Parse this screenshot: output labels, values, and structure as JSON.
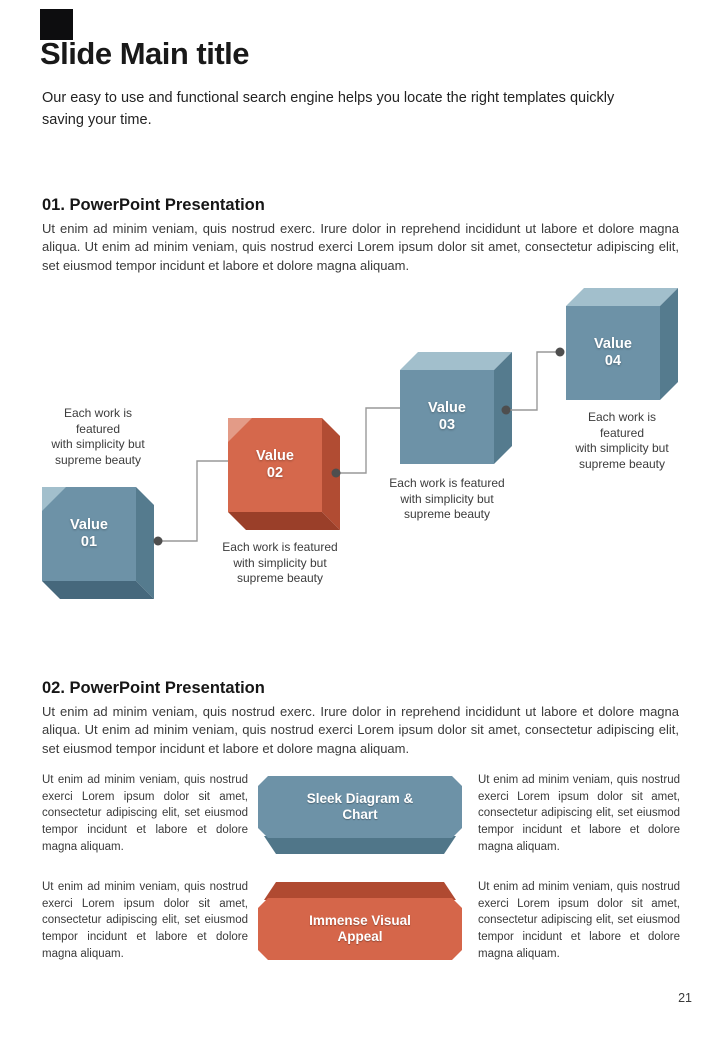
{
  "page": {
    "number": "21"
  },
  "header": {
    "title": "Slide Main title",
    "subtitle": "Our easy to use and functional search engine helps you locate the right templates quickly saving your time."
  },
  "sections": [
    {
      "heading": "01. PowerPoint Presentation",
      "body": "Ut enim ad minim veniam, quis nostrud exerc. Irure dolor in reprehend incididunt ut labore et dolore magna aliqua. Ut enim ad minim veniam, quis nostrud exerci Lorem ipsum dolor sit amet, consectetur adipiscing elit, set eiusmod tempor incidunt et labore et dolore magna aliquam."
    },
    {
      "heading": "02. PowerPoint Presentation",
      "body": "Ut enim ad minim veniam, quis nostrud exerc. Irure dolor in reprehend incididunt ut labore et dolore magna aliqua. Ut enim ad minim veniam, quis nostrud exerci Lorem ipsum dolor sit amet, consectetur adipiscing elit, set eiusmod tempor incidunt et labore et dolore magna aliquam."
    }
  ],
  "diagram": {
    "cubes": [
      {
        "label": "Value\n01",
        "caption": "Each work is\nfeatured\nwith simplicity but\nsupreme beauty",
        "colors": {
          "front": "#6d92a7",
          "light": "#a2bfcc",
          "side": "#557b8e",
          "bottom": "#46687c"
        }
      },
      {
        "label": "Value\n02",
        "caption": "Each work is featured\nwith simplicity but\nsupreme beauty",
        "colors": {
          "front": "#d5684c",
          "light": "#e39b87",
          "side": "#b14c33",
          "bottom": "#9a3f29"
        }
      },
      {
        "label": "Value\n03",
        "caption": "Each work is featured\nwith simplicity but\nsupreme beauty",
        "colors": {
          "front": "#6d92a7",
          "light": "#a2bfcc",
          "side": "#557b8e",
          "bottom": "#46687c"
        }
      },
      {
        "label": "Value\n04",
        "caption": "Each work is\nfeatured\nwith simplicity but\nsupreme beauty",
        "colors": {
          "front": "#6d92a7",
          "light": "#a2bfcc",
          "side": "#557b8e",
          "bottom": "#46687c"
        }
      }
    ]
  },
  "features": {
    "cell_text": "Ut enim ad minim veniam, quis nostrud exerci Lorem ipsum dolor sit amet, consectetur adipiscing elit, set eiusmod tempor incidunt et labore et dolore magna aliquam.",
    "banners": [
      {
        "label": "Sleek Diagram &\nChart",
        "colors": {
          "main": "#6d92a7",
          "dark": "#507689"
        }
      },
      {
        "label": "Immense Visual\nAppeal",
        "colors": {
          "main": "#d5664a",
          "dark": "#b04a31"
        }
      }
    ]
  }
}
